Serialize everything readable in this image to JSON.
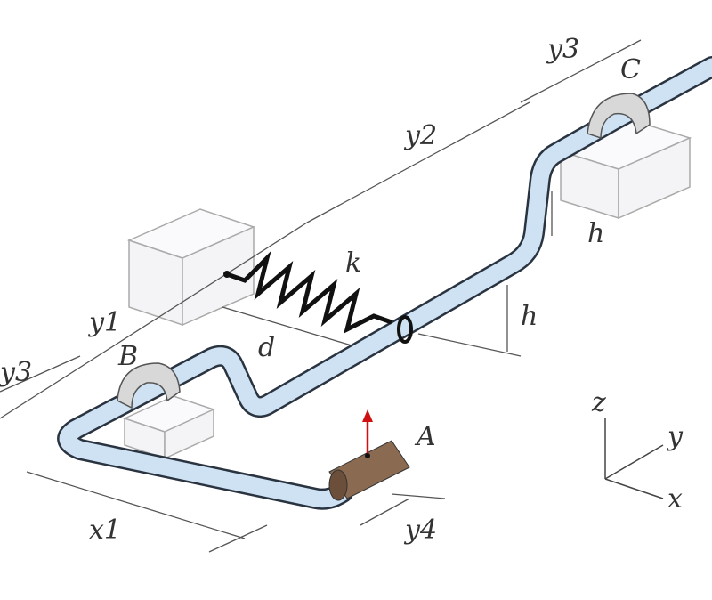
{
  "labels": {
    "y3_top": "y3",
    "C": "C",
    "y2": "y2",
    "k": "k",
    "h_upper": "h",
    "h_lower": "h",
    "y1": "y1",
    "d": "d",
    "B": "B",
    "y3_left": "y3",
    "A": "A",
    "z": "z",
    "y": "y",
    "x": "x",
    "x1": "x1",
    "y4": "y4"
  },
  "colors": {
    "pipe": "#cfe2f3",
    "pipe_outline": "#2a3440",
    "support": "#d8d8d8",
    "cylinder": "#8a6a50",
    "force_arrow": "#d01010"
  }
}
